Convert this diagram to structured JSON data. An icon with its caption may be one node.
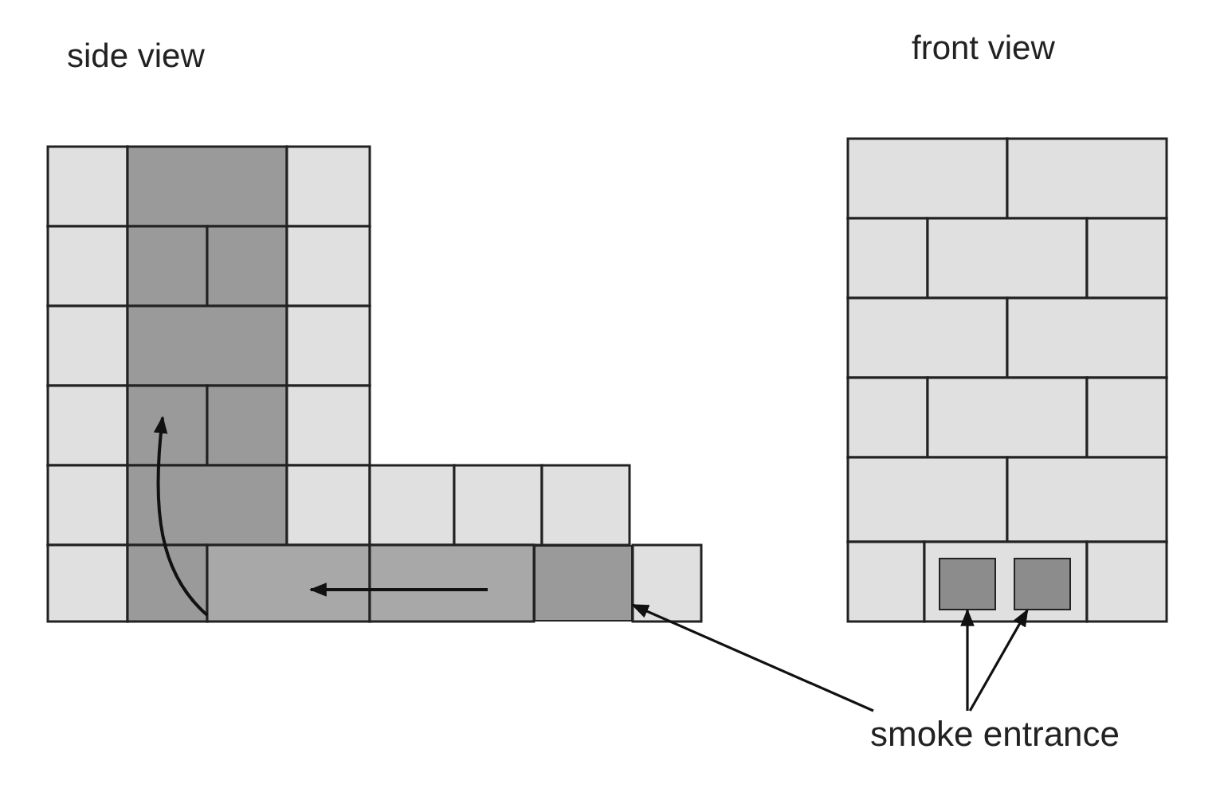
{
  "diagram": {
    "nodes": [
      {
        "text": [
          "smoke entrance"
        ]
      },
      {
        "text": [],
        "shape": "box"
      },
      {
        "text": [],
        "shape": "box"
      },
      {
        "text": [],
        "shape": "box"
      }
    ],
    "edges": [
      {
        "from": 0,
        "to": 1,
        "arrow": "to"
      },
      {
        "from": 0,
        "to": 2,
        "arrow": "to"
      },
      {
        "from": 0,
        "to": 3,
        "arrow": "to"
      }
    ],
    "labels": [
      "side view",
      "front view"
    ]
  }
}
